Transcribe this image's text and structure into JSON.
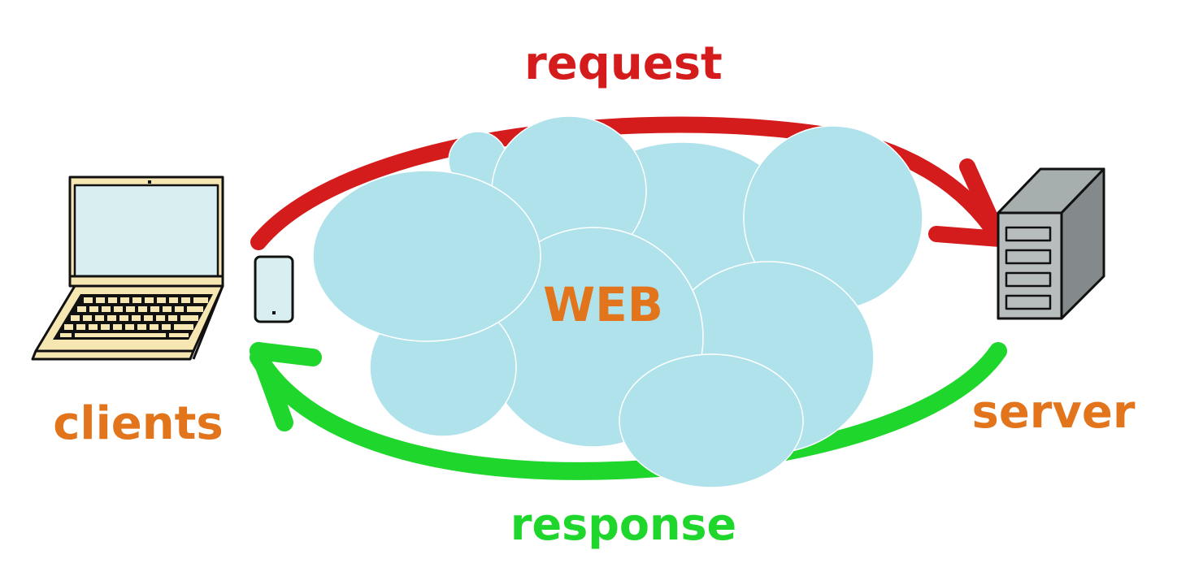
{
  "labels": {
    "request": "request",
    "response": "response",
    "web": "WEB",
    "clients": "clients",
    "server": "server"
  },
  "colors": {
    "request_arrow": "#d41c1c",
    "response_arrow": "#1ed62c",
    "label_orange": "#e2741c",
    "cloud_fill": "#b0e2ec",
    "cloud_edge": "#ffffff",
    "laptop_screen": "#d9eef0",
    "laptop_body": "#f6e6b2",
    "server_front": "#b7bcbc",
    "server_side": "#848a8b",
    "phone_screen": "#d9eef0"
  },
  "icons": {
    "laptop": "laptop-icon",
    "phone": "phone-icon",
    "server": "server-icon",
    "cloud": "cloud-icon"
  }
}
